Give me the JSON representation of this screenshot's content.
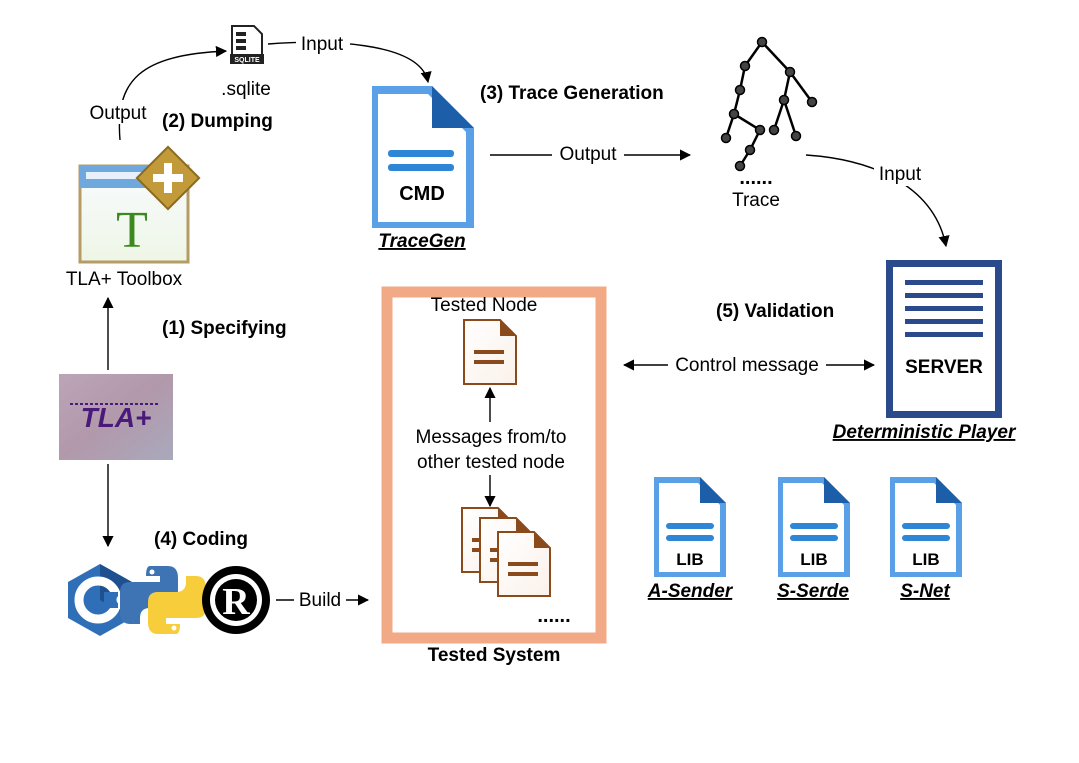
{
  "sqlite": {
    "file_label": ".sqlite",
    "icon_text": "SQLITE"
  },
  "toolbox": {
    "label": "TLA+ Toolbox",
    "icon_letter": "T"
  },
  "tla": {
    "logo_text": "TLA+"
  },
  "steps": {
    "specifying": "(1)  Specifying",
    "dumping": "(2)  Dumping",
    "trace_generation": "(3)  Trace Generation",
    "coding": "(4)  Coding",
    "validation": "(5)  Validation"
  },
  "edges": {
    "output1": "Output",
    "input1": "Input",
    "output2": "Output",
    "input2": "Input",
    "build": "Build",
    "control": "Control message"
  },
  "tracegen": {
    "doc_text": "CMD",
    "name": "TraceGen"
  },
  "trace": {
    "dots": "......",
    "label": "Trace"
  },
  "player": {
    "server_text": "SERVER",
    "name": "Deterministic Player"
  },
  "system": {
    "tested_node": "Tested Node",
    "messages_line1": "Messages from/to",
    "messages_line2": "other tested node",
    "dots": "......",
    "name": "Tested System"
  },
  "libs": [
    {
      "text": "LIB",
      "name": "A-Sender"
    },
    {
      "text": "LIB",
      "name": "S-Serde"
    },
    {
      "text": "LIB",
      "name": "S-Net"
    }
  ],
  "languages": {
    "cpp_text": "C++",
    "rust_text": "R"
  },
  "colors": {
    "blue": "#2f86d6",
    "navy": "#2b4a8c",
    "orange_frame": "#f2a986",
    "brown": "#8a4a1c",
    "tla_purple": "#4a1a7a",
    "python_blue": "#3e74b4",
    "python_yellow": "#f7cd3b"
  }
}
